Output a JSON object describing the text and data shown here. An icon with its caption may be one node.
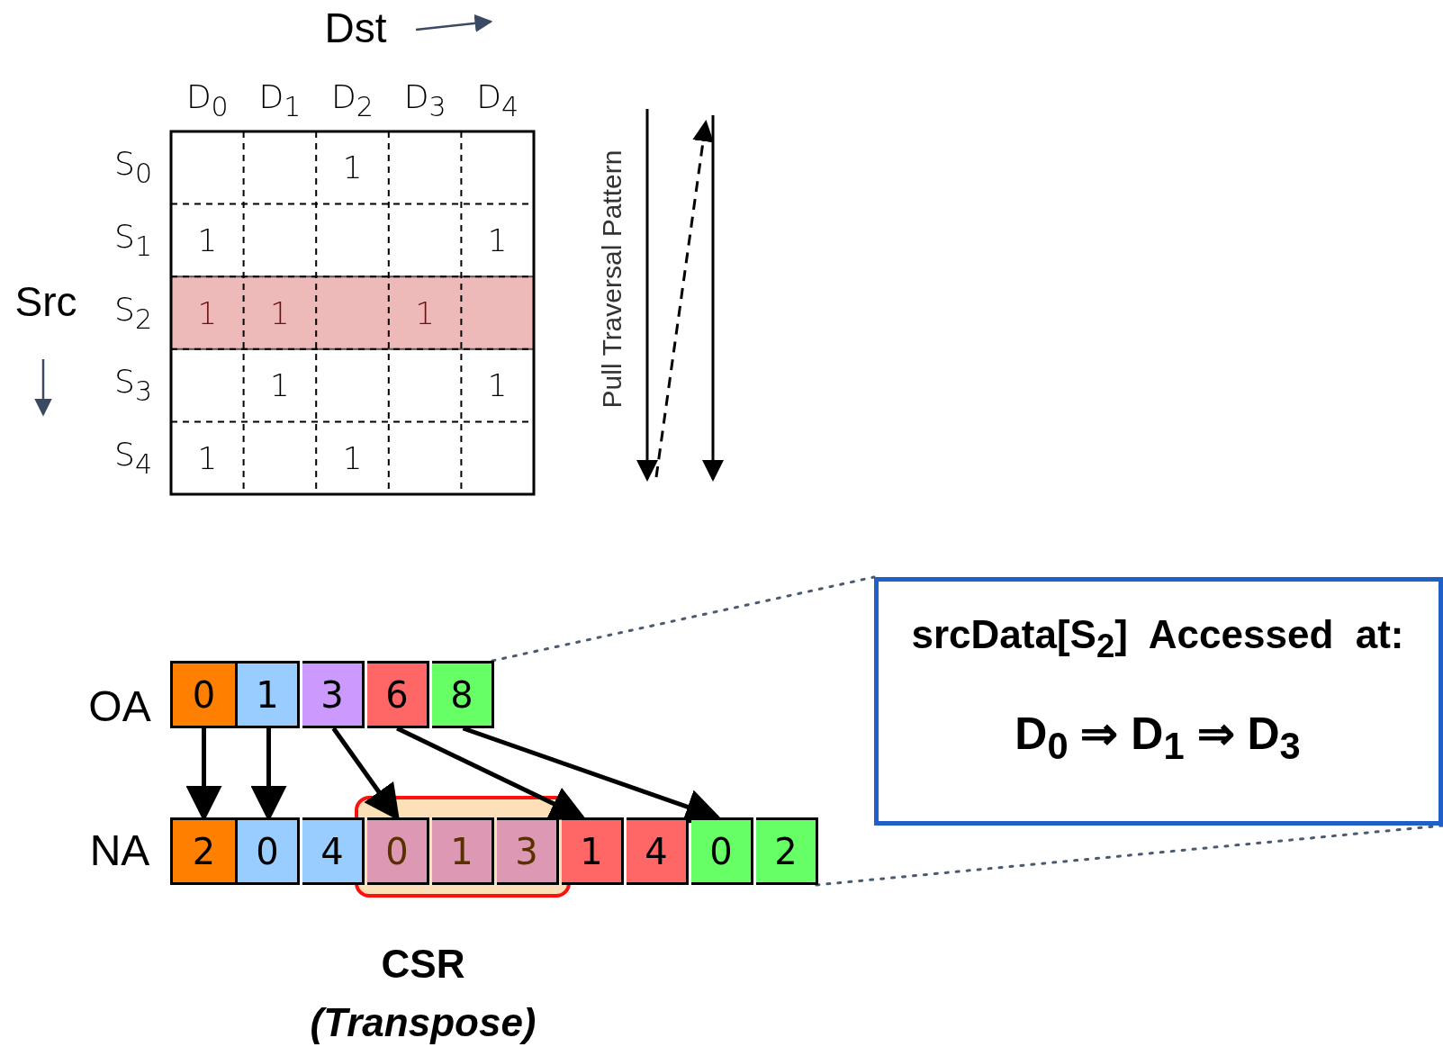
{
  "diagram": {
    "nodes": [
      {
        "text": [
          "0"
        ]
      },
      {
        "text": [
          "1"
        ]
      },
      {
        "text": [
          "3"
        ]
      },
      {
        "text": [
          "6"
        ]
      },
      {
        "text": [
          "8"
        ]
      },
      {
        "text": [
          "2"
        ]
      },
      {
        "text": [
          "0"
        ]
      },
      {
        "text": [
          "4"
        ]
      },
      {
        "text": [
          "0"
        ]
      },
      {
        "text": [
          "1"
        ]
      },
      {
        "text": [
          "3"
        ]
      },
      {
        "text": [
          "1"
        ]
      },
      {
        "text": [
          "4"
        ]
      },
      {
        "text": [
          "0"
        ]
      },
      {
        "text": [
          "2"
        ]
      },
      {
        "text": [
          "srcData[S$_{2}$]  Accessed  at:",
          "D$_{0}$ ⇒ D$_{1}$ ⇒ D$_{3}$"
        ]
      }
    ],
    "edges": [
      {
        "from": 0,
        "to": 5,
        "arrow": "to"
      },
      {
        "from": 1,
        "to": 6,
        "arrow": "to"
      },
      {
        "from": 2,
        "to": 8,
        "arrow": "to"
      },
      {
        "from": 3,
        "to": 11,
        "arrow": "to"
      },
      {
        "from": 4,
        "to": 13,
        "arrow": "to"
      },
      {
        "from": 4,
        "to": 15,
        "arrow": "none",
        "style": "dashed",
        "color": "#4a5a70"
      },
      {
        "from": 14,
        "to": 15,
        "arrow": "none",
        "style": "dashed",
        "color": "#4a5a70"
      }
    ],
    "labels": [
      "Dst",
      "D$_{0}$",
      "D$_{1}$",
      "D$_{2}$",
      "D$_{3}$",
      "D$_{4}$",
      "S$_{0}$",
      "1",
      "S$_{1}$",
      "1",
      "1",
      "Src",
      "S$_{2}$",
      "1",
      "1",
      "1",
      "S$_{3}$",
      "1",
      "1",
      "S$_{4}$",
      "1",
      "1",
      "Pull Traversal Pattern",
      "OA",
      "NA",
      "CSR",
      "(Transpose)"
    ]
  }
}
